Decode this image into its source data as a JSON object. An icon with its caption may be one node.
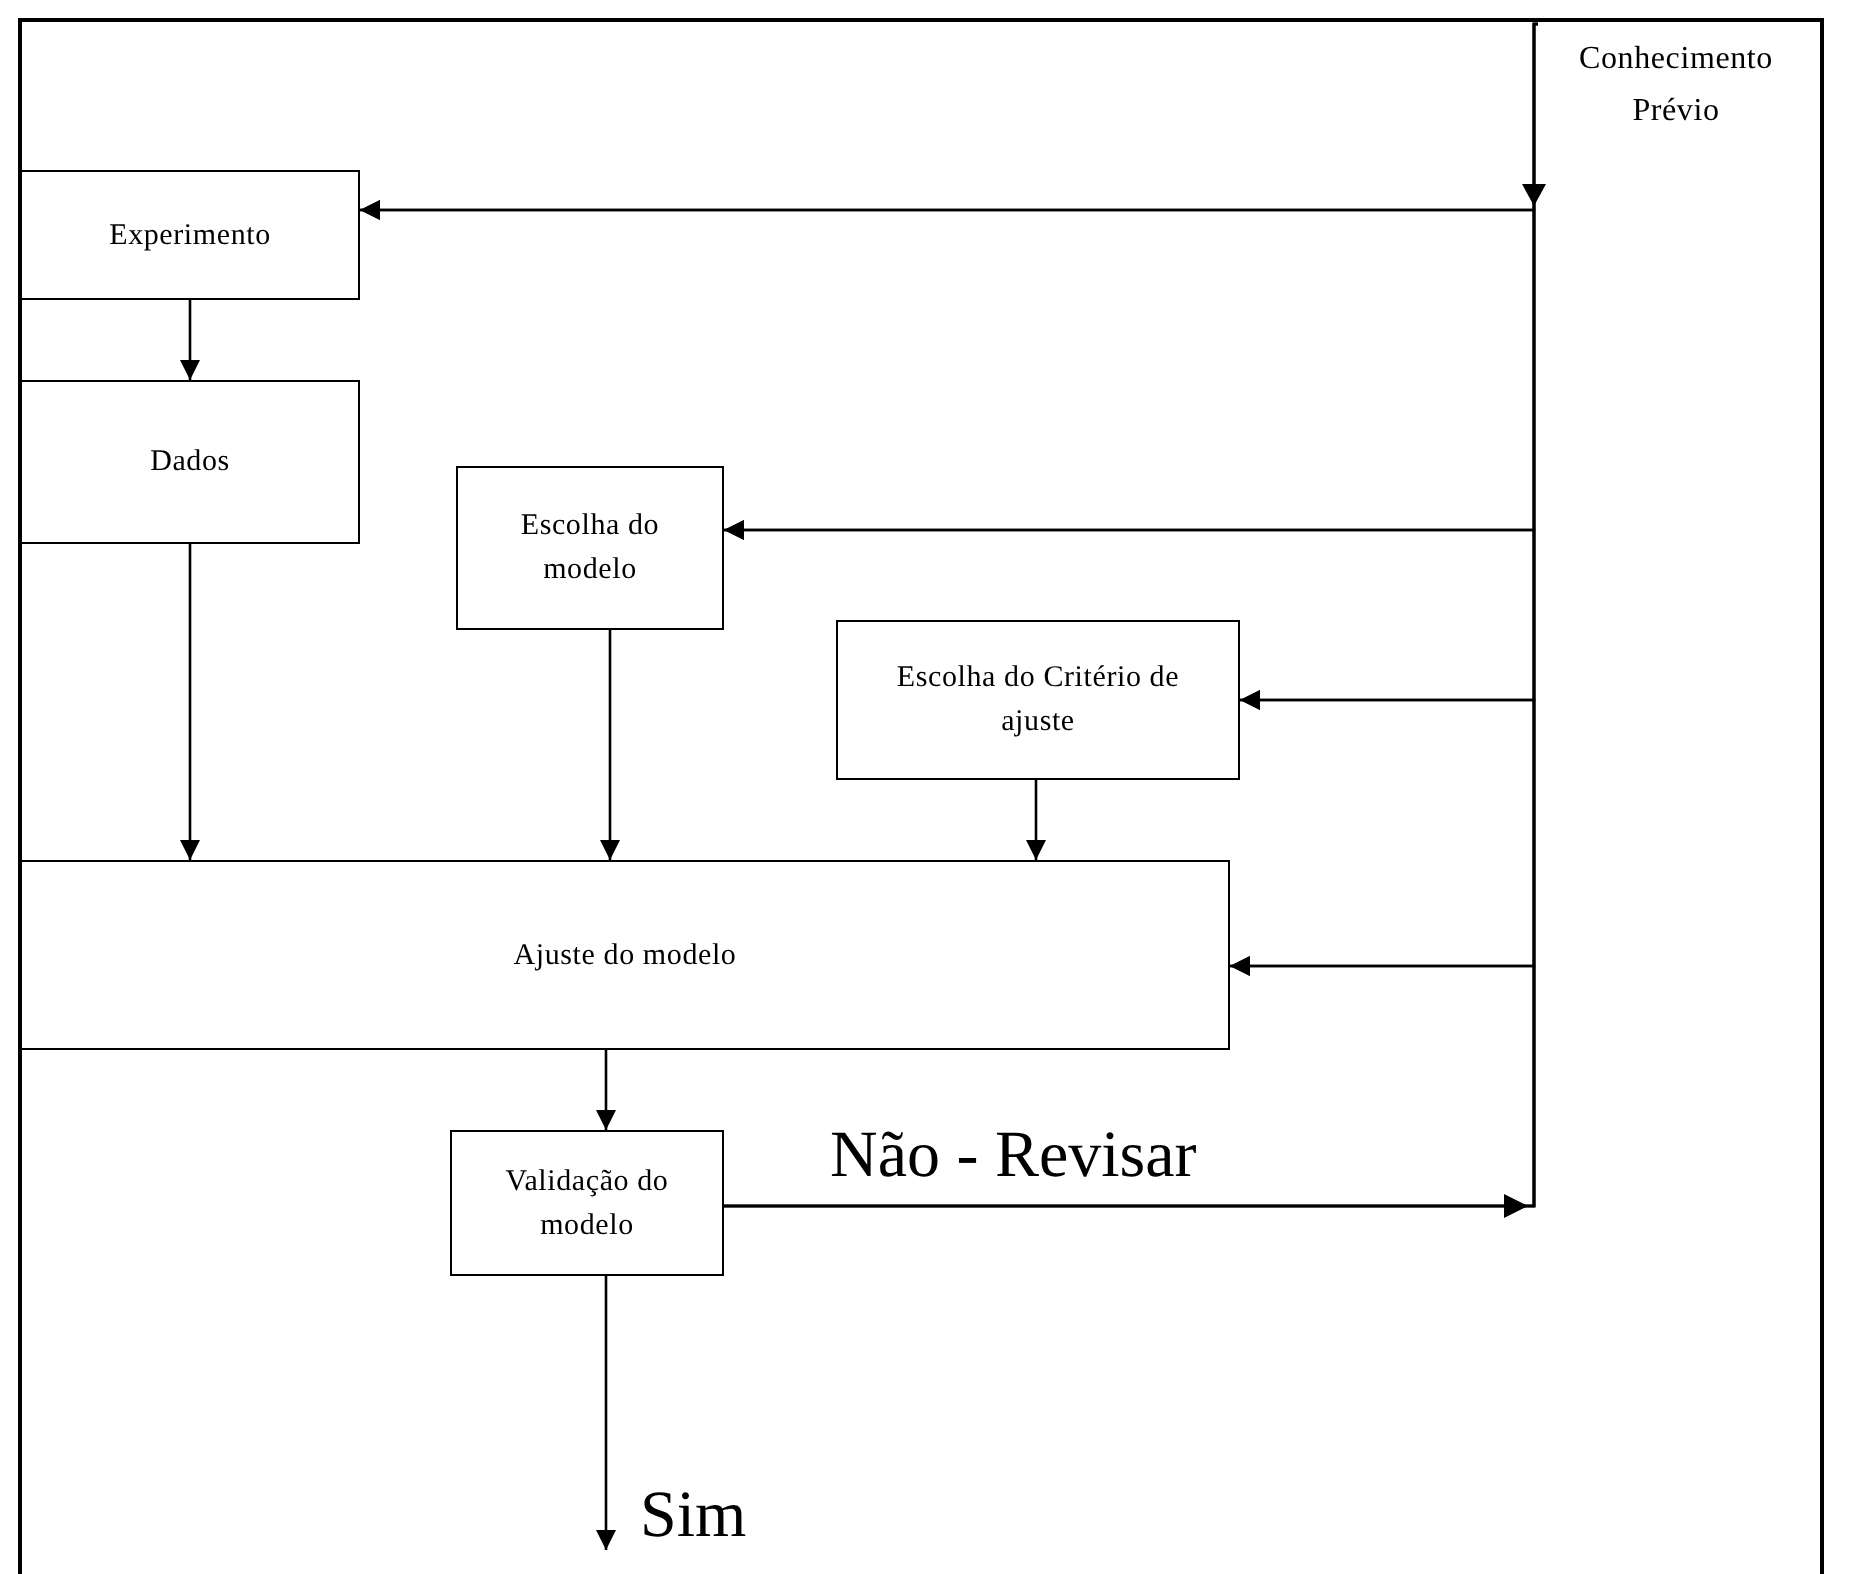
{
  "diagram": {
    "nodes": [
      {
        "text": [
          "Conhecimento Prévio"
        ]
      },
      {
        "text": [
          "Experimento"
        ]
      },
      {
        "text": [
          "Dados"
        ]
      },
      {
        "text": [
          "Escolha do modelo"
        ]
      },
      {
        "text": [
          "Escolha do Critério de ajuste"
        ]
      },
      {
        "text": [
          "Ajuste do modelo"
        ]
      },
      {
        "text": [
          "Validação do modelo"
        ]
      }
    ],
    "edges": [
      {
        "from": 0,
        "to": 1,
        "arrow": "to"
      },
      {
        "from": 0,
        "to": 3,
        "arrow": "to"
      },
      {
        "from": 0,
        "to": 4,
        "arrow": "to"
      },
      {
        "from": 0,
        "to": 5,
        "arrow": "to"
      },
      {
        "from": 1,
        "to": 2,
        "arrow": "to"
      },
      {
        "from": 2,
        "to": 5,
        "arrow": "to"
      },
      {
        "from": 3,
        "to": 5,
        "arrow": "to"
      },
      {
        "from": 4,
        "to": 5,
        "arrow": "to"
      },
      {
        "from": 5,
        "to": 6,
        "arrow": "to"
      },
      {
        "from": 6,
        "to": 1,
        "arrow": "to",
        "label": "Não  - Revisar"
      },
      {
        "from": 6,
        "to": 3,
        "arrow": "to"
      },
      {
        "from": 6,
        "to": 4,
        "arrow": "to"
      },
      {
        "from": 6,
        "to": 5,
        "arrow": "to"
      },
      {
        "from": 6,
        "to": null,
        "arrow": "to",
        "label": "Sim"
      }
    ]
  }
}
